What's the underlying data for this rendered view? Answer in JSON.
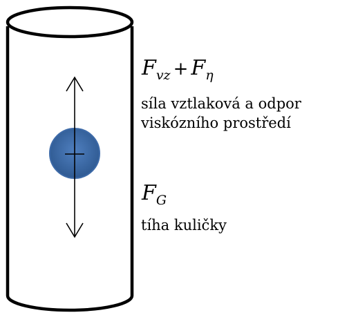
{
  "colors": {
    "stroke": "#000000",
    "background": "#ffffff",
    "ball_light": "#4f7fbf",
    "ball_dark": "#2f5a92",
    "ball_edge": "#3d6aa8"
  },
  "labels": {
    "upper_force": {
      "symbol1": "F",
      "sub1": "vz",
      "plus": "+",
      "symbol2": "F",
      "sub2": "η",
      "desc_line1": "síla vztlaková a odpor",
      "desc_line2": "viskózního prostředí"
    },
    "lower_force": {
      "symbol": "F",
      "sub": "G",
      "desc": "tíha kuličky"
    }
  }
}
